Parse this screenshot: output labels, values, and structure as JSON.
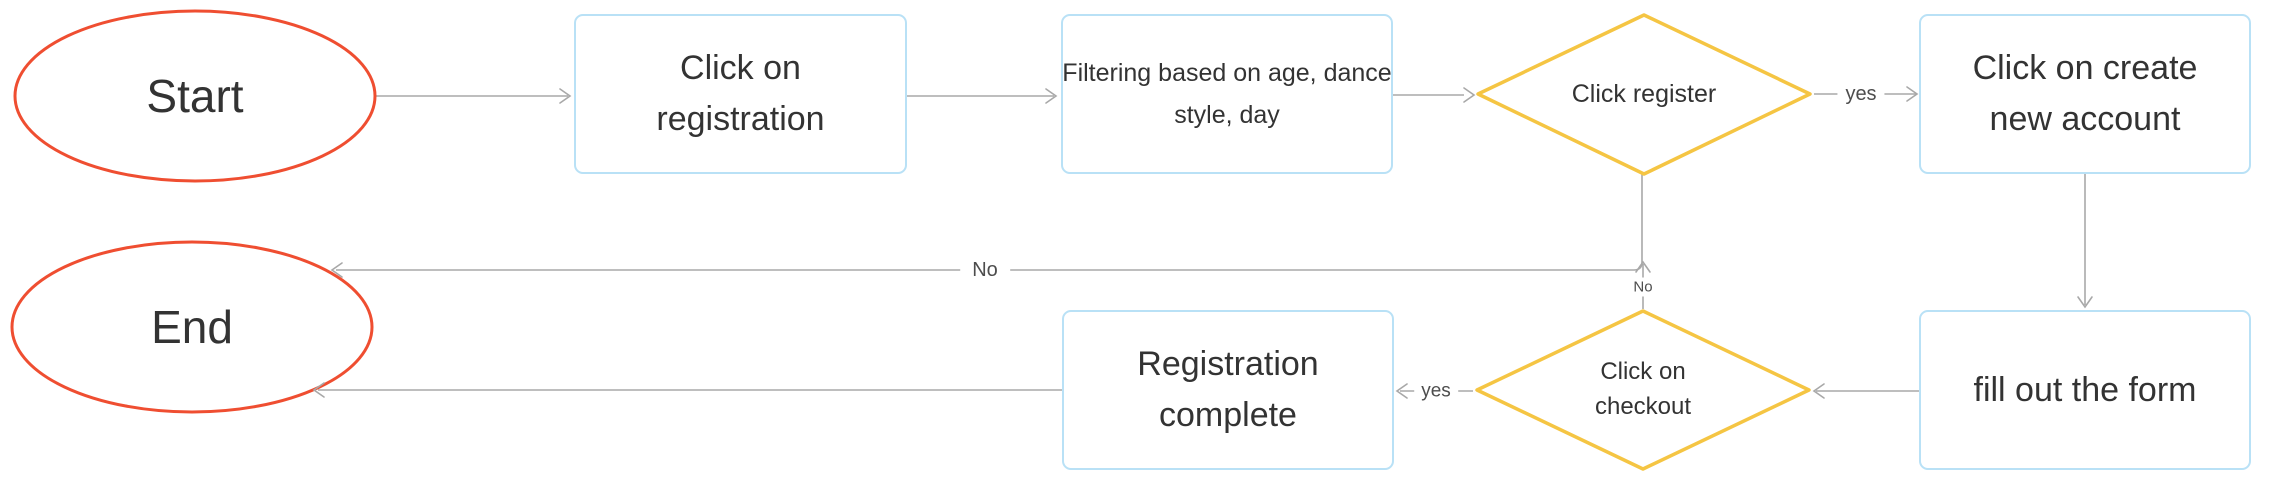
{
  "colors": {
    "canvas-bg": "#ffffff",
    "node-fill": "#ffffff",
    "terminator-stroke": "#ef4e31",
    "process-stroke": "#b9e1f6",
    "decision-stroke": "#f5c543",
    "connector": "#a8a8a8",
    "node-text": "#333333",
    "edge-label-text": "#4d4d4d"
  },
  "flowchart": {
    "nodes": {
      "start": {
        "label": "Start",
        "shape": "ellipse"
      },
      "click_registration": {
        "label": "Click on\nregistration",
        "shape": "rectangle"
      },
      "filtering": {
        "label": "Filtering based on age, dance\nstyle, day",
        "shape": "rectangle"
      },
      "click_register": {
        "label": "Click register",
        "shape": "diamond"
      },
      "create_account": {
        "label": "Click on create\nnew account",
        "shape": "rectangle"
      },
      "fill_form": {
        "label": "fill out the form",
        "shape": "rectangle"
      },
      "click_checkout": {
        "label": "Click on\ncheckout",
        "shape": "diamond"
      },
      "registration_complete": {
        "label": "Registration\ncomplete",
        "shape": "rectangle"
      },
      "end": {
        "label": "End",
        "shape": "ellipse"
      }
    },
    "edges": {
      "register_yes": {
        "label": "yes"
      },
      "register_no": {
        "label": "No"
      },
      "checkout_yes": {
        "label": "yes"
      },
      "checkout_no": {
        "label": "No"
      }
    }
  }
}
